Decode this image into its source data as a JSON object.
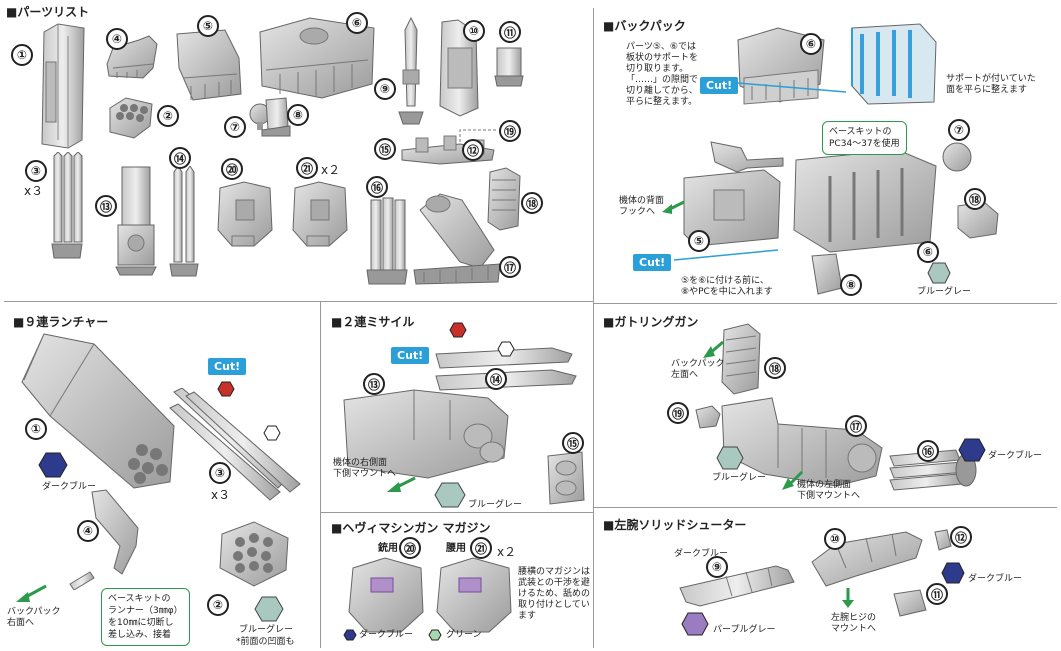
{
  "sections": {
    "parts_list": "■パーツリスト",
    "backpack": "■バックパック",
    "launcher": "■９連ランチャー",
    "missile": "■２連ミサイル",
    "gatling": "■ガトリングガン",
    "magazine": "■ヘヴィマシンガン マガジン",
    "shooter": "■左腕ソリッドシューター"
  },
  "parts": [
    "①",
    "②",
    "③",
    "④",
    "⑤",
    "⑥",
    "⑦",
    "⑧",
    "⑨",
    "⑩",
    "⑪",
    "⑫",
    "⑬",
    "⑭",
    "⑮",
    "⑯",
    "⑰",
    "⑱",
    "⑲",
    "⑳",
    "㉑"
  ],
  "multipliers": {
    "x3": "x３",
    "x2": "x２",
    "x3b": "x３",
    "x2b": "x２"
  },
  "backpack": {
    "note_support": "パーツ⑤、⑥では\n板状のサポートを\n切り取ります。\n「……」の隙間で\n切り離してから、\n平らに整えます。",
    "note_flat": "サポートが付いていた\n面を平らに整えます",
    "base_kit_note": "ベースキットの\nPC34～37を使用",
    "rear_hook": "機体の背面\nフックへ",
    "before_attach": "⑤を⑥に付ける前に、\n⑧やPCを中に入れます",
    "color": "ブルーグレー"
  },
  "cut_label": "Cut!",
  "launcher": {
    "color1": "ダークブルー",
    "color2": "ブルーグレー",
    "color2_note": "*前面の凹面も",
    "to_backpack": "バックパック\n右面へ",
    "base_kit_runner": "ベースキットの\nランナー（3㎜φ）\nを10㎜に切断し\n差し込み、接着"
  },
  "missile": {
    "to_right": "機体の右側面\n下側マウントへ",
    "color": "ブルーグレー"
  },
  "magazine": {
    "waist_label": "銃用",
    "hip_label": "腰用",
    "note": "腰横のマガジンは\n武装との干渉を避\nけるため、舐めの\n取り付けとしてい\nます",
    "color1": "ダークブルー",
    "color2": "グリーン"
  },
  "gatling": {
    "to_backpack": "バックパック\n左面へ",
    "to_left": "機体の左側面\n下側マウントへ",
    "color1": "ブルーグレー",
    "color2": "ダークブルー"
  },
  "shooter": {
    "color_top": "ダークブルー",
    "color_purple": "パープルグレー",
    "to_elbow": "左腕ヒジの\nマウントへ",
    "color_dark": "ダークブルー"
  },
  "colors": {
    "dark_blue": "#2e3a8c",
    "blue_gray": "#a8c8c0",
    "green": "#a8d8b0",
    "purple_gray": "#9a7cc0",
    "red": "#c8302a",
    "cut_blue": "#2a9fd8",
    "arrow_green": "#2b9a4a"
  }
}
